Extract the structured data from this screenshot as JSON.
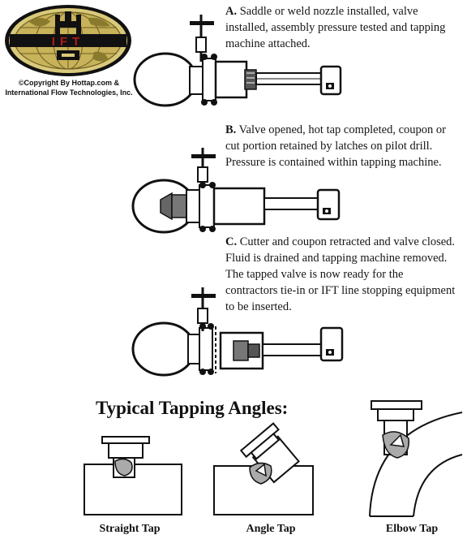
{
  "logo": {
    "brand": "IFT",
    "copyright_line1": "©Copyright By Hottap.com &",
    "copyright_line2": "International Flow Technologies, Inc.",
    "colors": {
      "globe": "#c8b25a",
      "band": "#111111",
      "frame": "#d9c97a",
      "letters": "#b11b1b"
    }
  },
  "steps": [
    {
      "letter": "A.",
      "text": "Saddle or weld nozzle installed, valve installed, assembly pressure tested and tapping machine attached."
    },
    {
      "letter": "B.",
      "text": "Valve opened, hot tap completed, coupon or cut portion retained by latches on pilot drill. Pressure is contained within tapping machine."
    },
    {
      "letter": "C.",
      "text": "Cutter and coupon retracted and valve closed. Fluid is drained and tapping machine removed. The tapped valve is now ready for the contractors tie-in or IFT line stopping equipment to be inserted."
    }
  ],
  "angles": {
    "title": "Typical Tapping Angles:",
    "items": [
      {
        "caption": "Straight Tap"
      },
      {
        "caption": "Angle Tap"
      },
      {
        "caption": "Elbow Tap"
      }
    ]
  }
}
